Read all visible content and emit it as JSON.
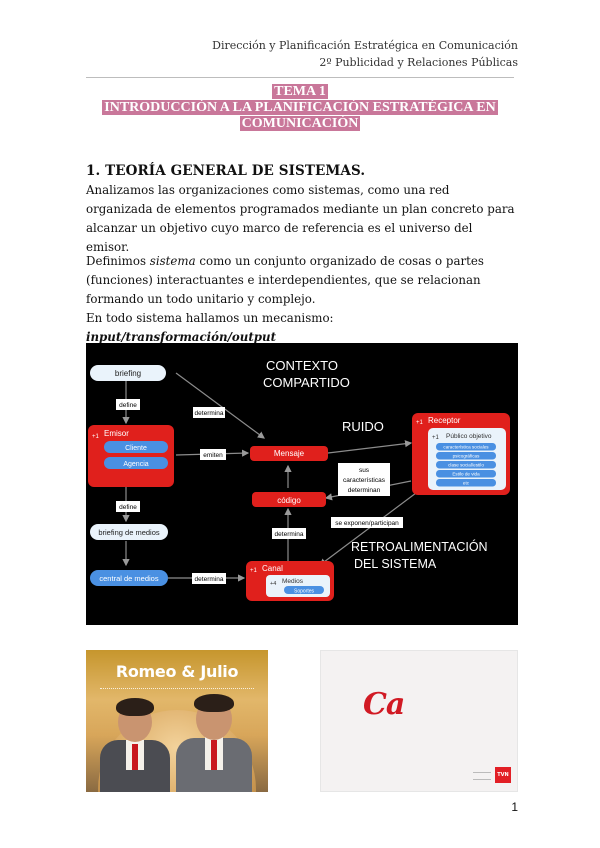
{
  "header": {
    "line1": "Dirección y Planificación Estratégica en Comunicación",
    "line2": "2º Publicidad y Relaciones Públicas"
  },
  "title": {
    "line1": "TEMA 1",
    "line2": "INTRODUCCIÓN A LA PLANIFICACIÓN ESTRATÉGICA EN COMUNICACIÓN"
  },
  "section": {
    "heading": "1. TEORÍA GENERAL DE SISTEMAS.",
    "p1": "Analizamos las organizaciones como sistemas, como una red organizada de elementos programados mediante un plan concreto para alcanzar un objetivo cuyo marco de referencia es el universo del emisor.",
    "p2_pre": "Definimos ",
    "p2_em": "sistema",
    "p2_post": " como un conjunto organizado de cosas o partes (funciones) interactuantes e interdependientes, que se relacionan formando un todo unitario y complejo.",
    "p3_pre": "En todo sistema hallamos un mecanismo: ",
    "p3_bold": "input/transformación/output"
  },
  "diagram": {
    "contexto1": "CONTEXTO",
    "contexto2": "COMPARTIDO",
    "ruido": "RUIDO",
    "retro1": "RETROALIMENTACIÓN",
    "retro2": "DEL SISTEMA",
    "briefing": "briefing",
    "define_top": "define",
    "determina_top": "determina",
    "emisor": "Emisor",
    "emisor_num": "+1",
    "cliente": "Cliente",
    "agencia": "Agencia",
    "emiten": "emiten",
    "mensaje": "Mensaje",
    "receptor": "Receptor",
    "receptor_num": "+1",
    "publico": "Público objetivo",
    "publico_num": "+1",
    "pub_items": [
      "característica sociales",
      "psicográficas",
      "clase social/estilo",
      "Estilo de vida",
      "etc"
    ],
    "sus1": "sus",
    "sus2": "características",
    "sus3": "determinan",
    "codigo": "código",
    "define_mid": "define",
    "briefing_medios": "briefing de medios",
    "determina_mid": "determina",
    "se_exponen": "se exponen/participan",
    "central_medios": "central de medios",
    "determina_bot": "determina",
    "canal": "Canal",
    "canal_num": "+1",
    "medios": "Medios",
    "medios_num": "+4",
    "soportes": "Soportes"
  },
  "images": {
    "romeo_title": "Romeo & Julio",
    "coca_logo": "Ca",
    "tvn": "TVN"
  },
  "page_number": "1",
  "colors": {
    "title_bg": "#c9779a",
    "diagram_bg": "#000000",
    "red_node": "#e0201c",
    "blue_node": "#4a90e2",
    "light_node": "#e6f2fb"
  }
}
